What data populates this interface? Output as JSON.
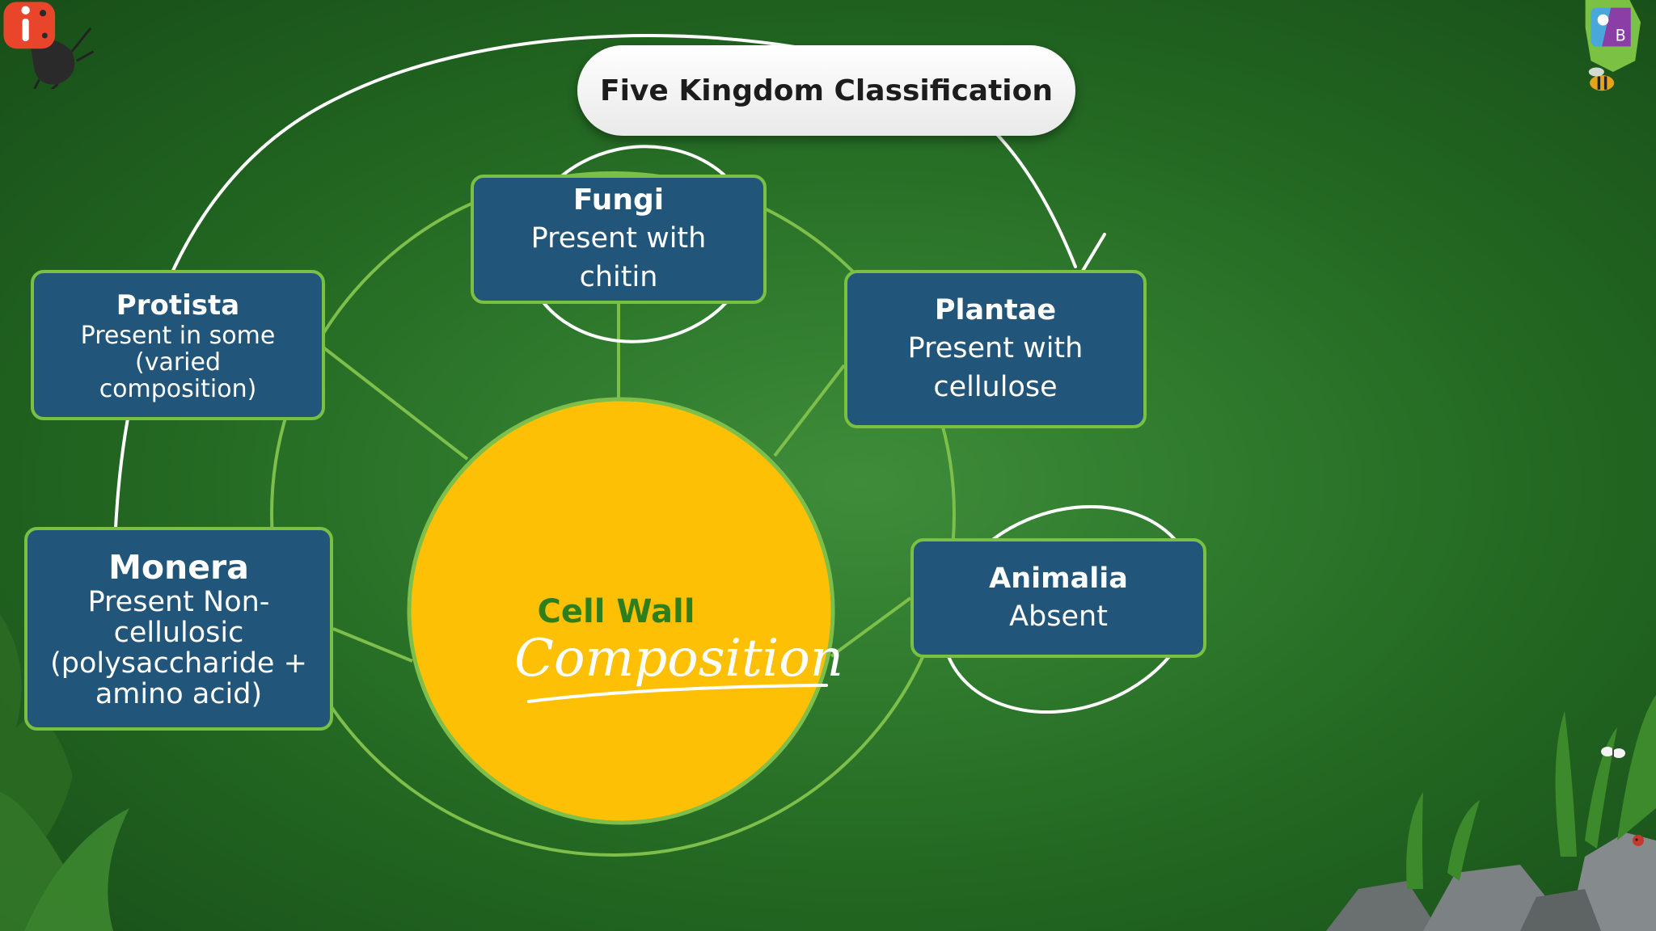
{
  "diagram": {
    "title": "Five Kingdom Classification",
    "center_label": "Cell Wall",
    "handwritten_note": "Composition",
    "kingdoms": {
      "fungi": {
        "name": "Fungi",
        "desc": "Present with chitin"
      },
      "protista": {
        "name": "Protista",
        "desc": "Present in some (varied composition)"
      },
      "plantae": {
        "name": "Plantae",
        "desc": "Present with cellulose"
      },
      "monera": {
        "name": "Monera",
        "desc": "Present Non-cellulosic (polysaccharide + amino acid)"
      },
      "animalia": {
        "name": "Animalia",
        "desc": "Absent"
      }
    }
  },
  "colors": {
    "background": "#2f7a2d",
    "box_fill": "#22557a",
    "box_border": "#79c043",
    "center_circle": "#fdc004",
    "center_text": "#2f7e1c",
    "connector": "#7dbf4a",
    "annotation_ink": "#ffffff"
  },
  "icons": [
    "info-bug-logo-icon",
    "brand-hexagon-logo-icon",
    "bee-icon",
    "butterfly-icon",
    "ladybug-icon"
  ]
}
